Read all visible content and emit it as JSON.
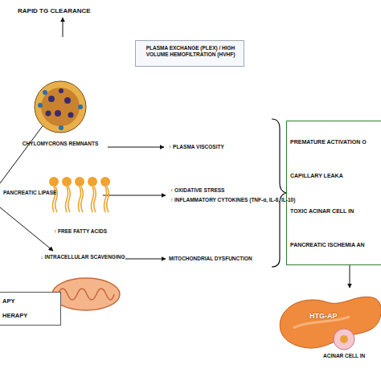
{
  "diagram": {
    "nodes": [
      {
        "text": [
          "PLASMA EXCHANGE (PLEX) / HIGH VOLUME HEMOFILTRATION (HVHF)"
        ]
      },
      {
        "text": [
          "CHYLOMYCRONS REMNANTS"
        ]
      },
      {
        "text": [
          "↑ FREE FATTY ACIDS"
        ]
      },
      {
        "text": [
          "↓ INTRACELLULAR SCAVENGING"
        ]
      },
      {
        "text": [
          "APY",
          "HERAPY"
        ]
      },
      {
        "text": [
          "PREMATURE ACTIVATION O",
          "CAPILLARY LEAKA",
          "TOXIC ACINAR CELL IN",
          "PANCREATIC ISCHEMIA AN"
        ]
      },
      {
        "text": [
          "HTG-AP"
        ]
      },
      {
        "text": [
          "ACINAR CELL IN"
        ]
      }
    ],
    "edges": [
      {
        "from": 5,
        "to": 6,
        "arrow": "to"
      }
    ],
    "labels": [
      "RAPID TG CLEARANCE",
      "PANCREATIC LIPASE",
      "↑ PLASMA VISCOSITY",
      "↑ OXIDATIVE STRESS",
      "↑ INFLAMMATORY CYTOKINES (TNF-α, IL-6, IL-10)",
      "MITOCHONDRIAL DYSFUNCTION"
    ]
  }
}
